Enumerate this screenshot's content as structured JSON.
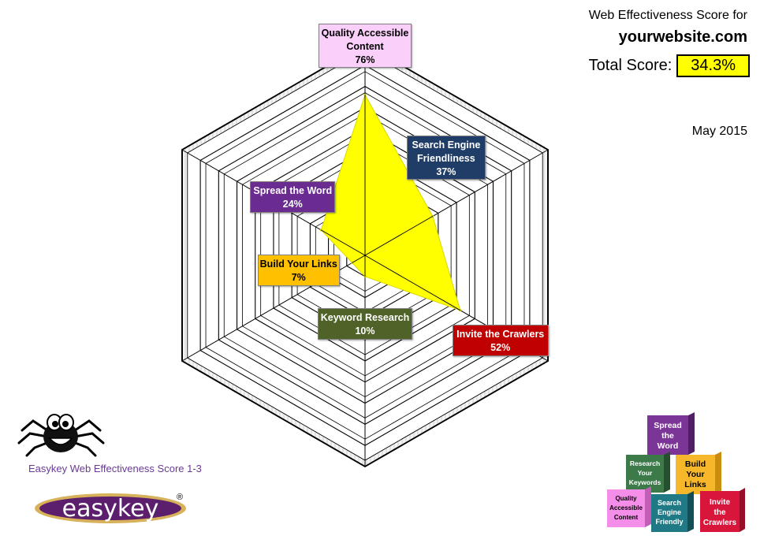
{
  "header": {
    "subtitle": "Web Effectiveness Score for",
    "site": "yourwebsite.com",
    "total_label": "Total Score:",
    "total_value": "34.3%",
    "date": "May 2015"
  },
  "chart_data": {
    "type": "radar",
    "title": "Web Effectiveness Score",
    "range": [
      0,
      100
    ],
    "rings": 10,
    "axes": [
      {
        "name": "Quality Accessible Content",
        "label_lines": [
          "Quality Accessible",
          "Content"
        ],
        "value": 76,
        "value_label": "76%",
        "color": "#fad0fa",
        "text_color": "#000000"
      },
      {
        "name": "Search Engine Friendliness",
        "label_lines": [
          "Search Engine",
          "Friendliness"
        ],
        "value": 37,
        "value_label": "37%",
        "color": "#1f3d66",
        "text_color": "#ffffff"
      },
      {
        "name": "Invite the Crawlers",
        "label_lines": [
          "Invite the Crawlers"
        ],
        "value": 52,
        "value_label": "52%",
        "color": "#c00000",
        "text_color": "#ffffff"
      },
      {
        "name": "Keyword Research",
        "label_lines": [
          "Keyword Research"
        ],
        "value": 10,
        "value_label": "10%",
        "color": "#4f6228",
        "text_color": "#ffffff"
      },
      {
        "name": "Build Your Links",
        "label_lines": [
          "Build Your Links"
        ],
        "value": 7,
        "value_label": "7%",
        "color": "#ffc000",
        "text_color": "#000000"
      },
      {
        "name": "Spread the Word",
        "label_lines": [
          "Spread the Word"
        ],
        "value": 24,
        "value_label": "24%",
        "color": "#6a2c91",
        "text_color": "#ffffff"
      }
    ],
    "fill_color": "#ffff00",
    "grid": true
  },
  "footer": {
    "caption": "Easykey Web Effectiveness Score 1-3",
    "logo_text": "easykey",
    "registered": "®"
  },
  "blocks": {
    "spread": [
      "Spread",
      "the",
      "Word"
    ],
    "research": [
      "Research",
      "Your",
      "Keywords"
    ],
    "links": [
      "Build",
      "Your",
      "Links"
    ],
    "quality": [
      "Quality",
      "Accessible",
      "Content"
    ],
    "search": [
      "Search",
      "Engine",
      "Friendly"
    ],
    "crawlers": [
      "Invite",
      "the",
      "Crawlers"
    ]
  }
}
